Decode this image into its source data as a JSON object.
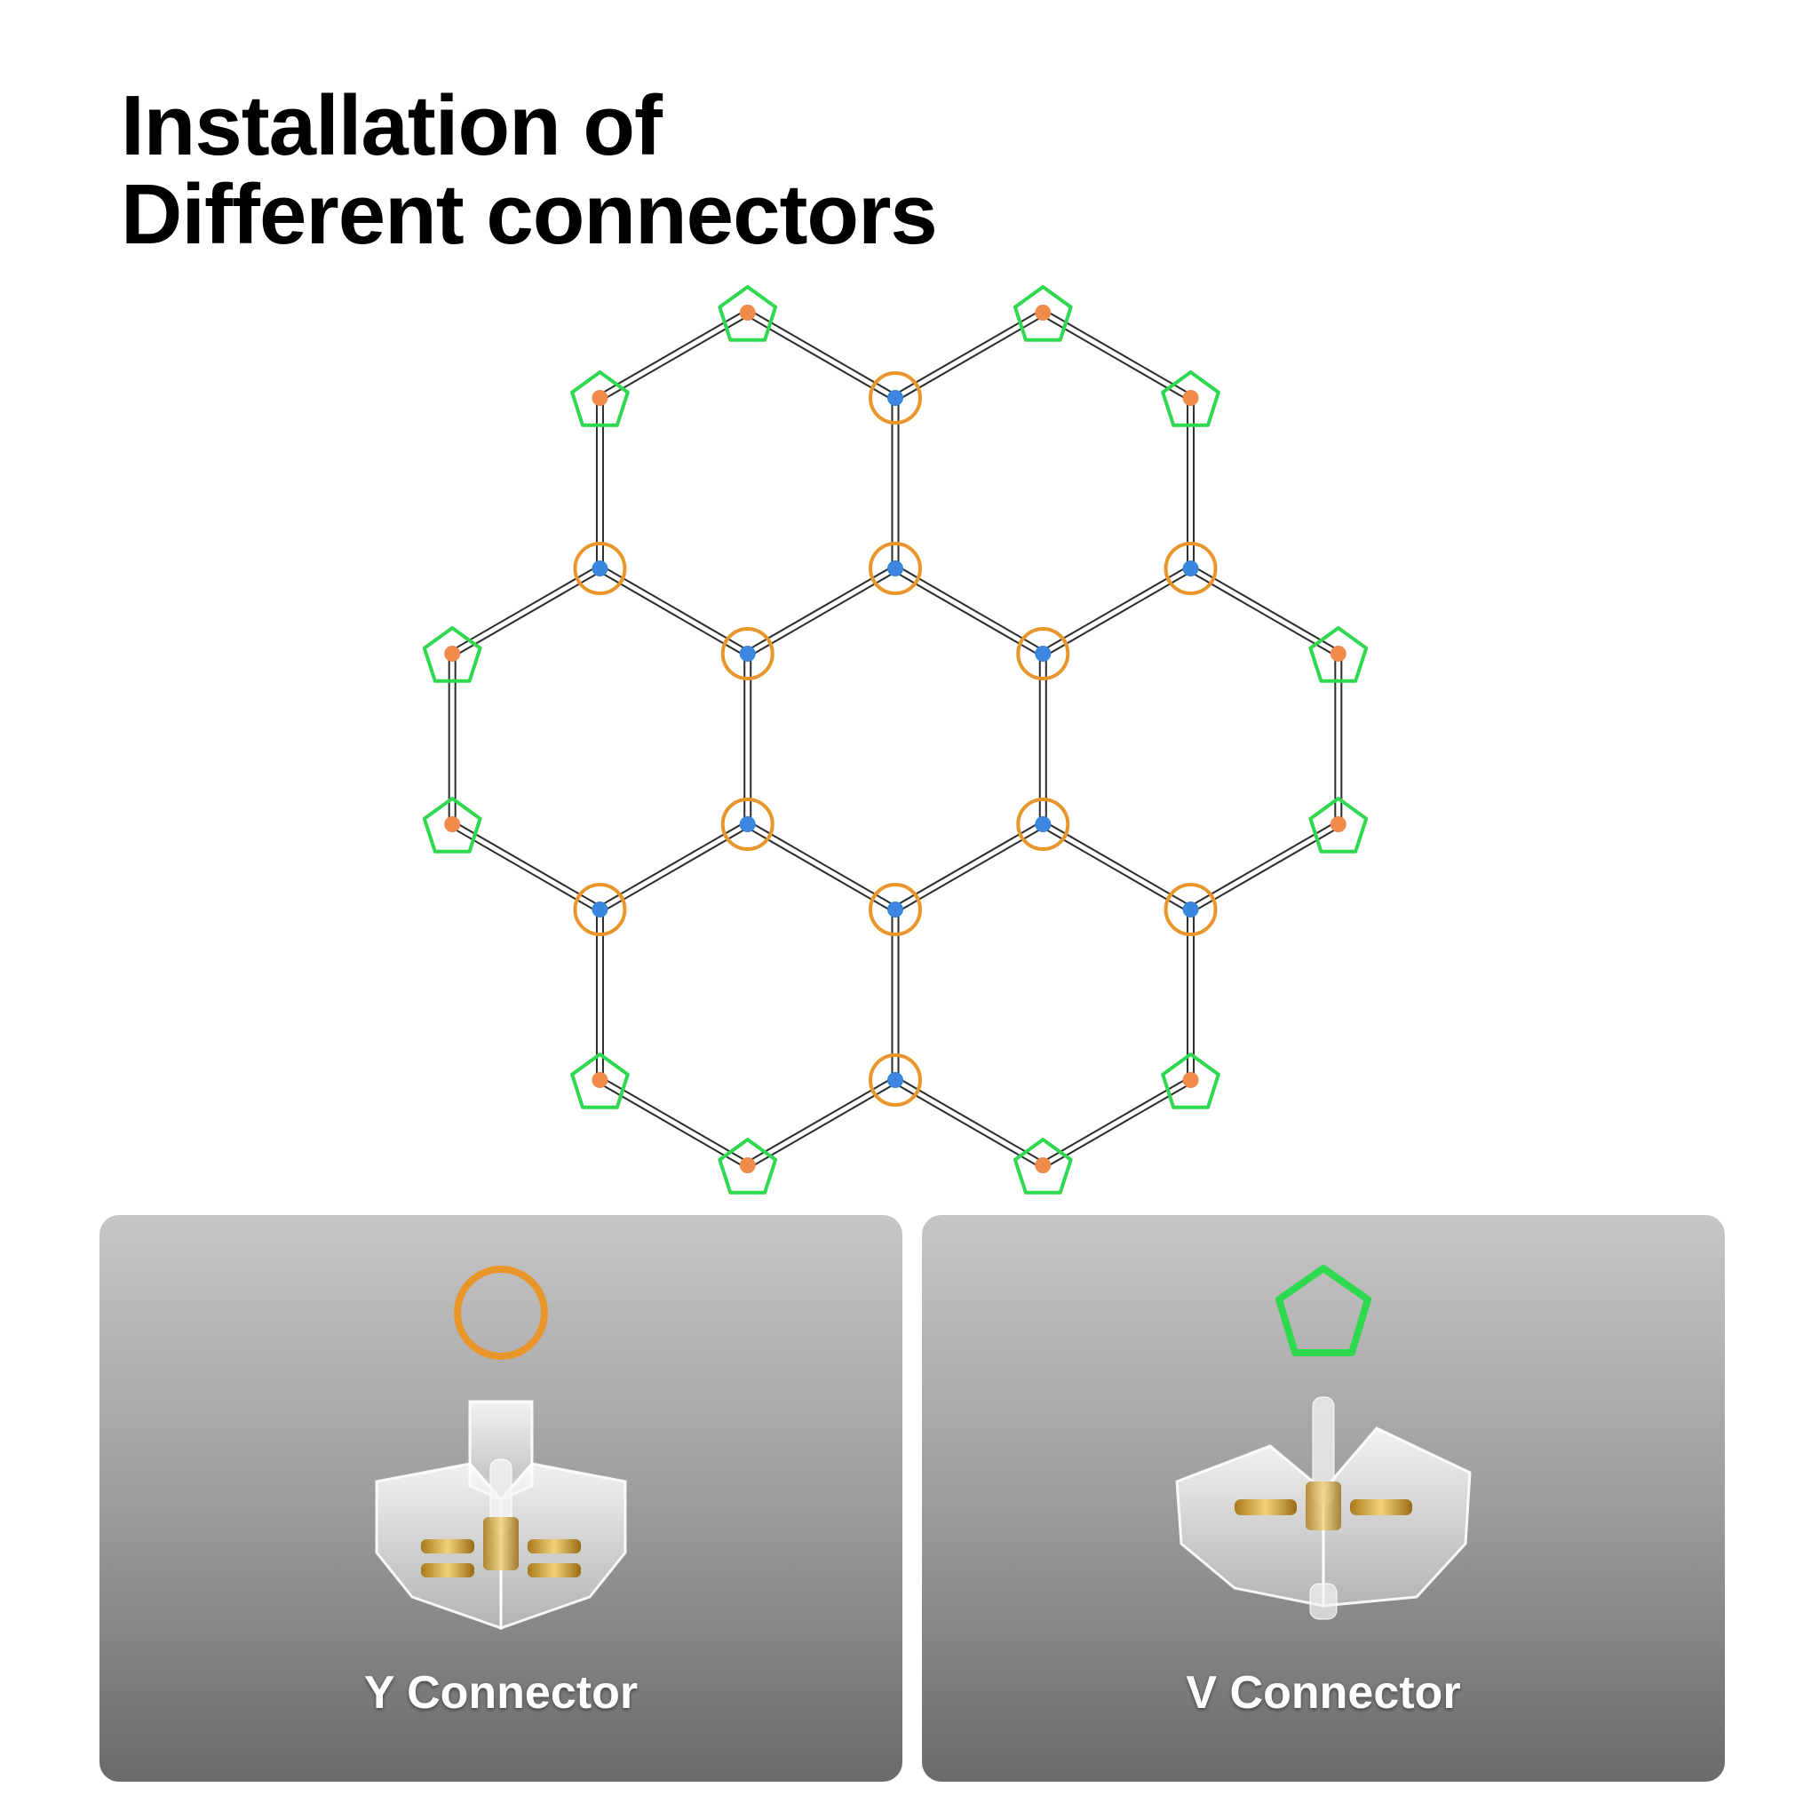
{
  "title": {
    "line1": "Installation of",
    "line2": "Different connectors"
  },
  "legend": {
    "y_connector": {
      "label": "Y Connector",
      "marker_icon": "orange-circle-icon",
      "marker_color": "#e8962a",
      "node_color": "#3a86e0"
    },
    "v_connector": {
      "label": "V Connector",
      "marker_icon": "green-pentagon-icon",
      "marker_color": "#2fd94f",
      "node_color": "#f08a4b"
    }
  },
  "colors": {
    "frame_stroke": "#2b2b2b",
    "background": "#ffffff"
  }
}
